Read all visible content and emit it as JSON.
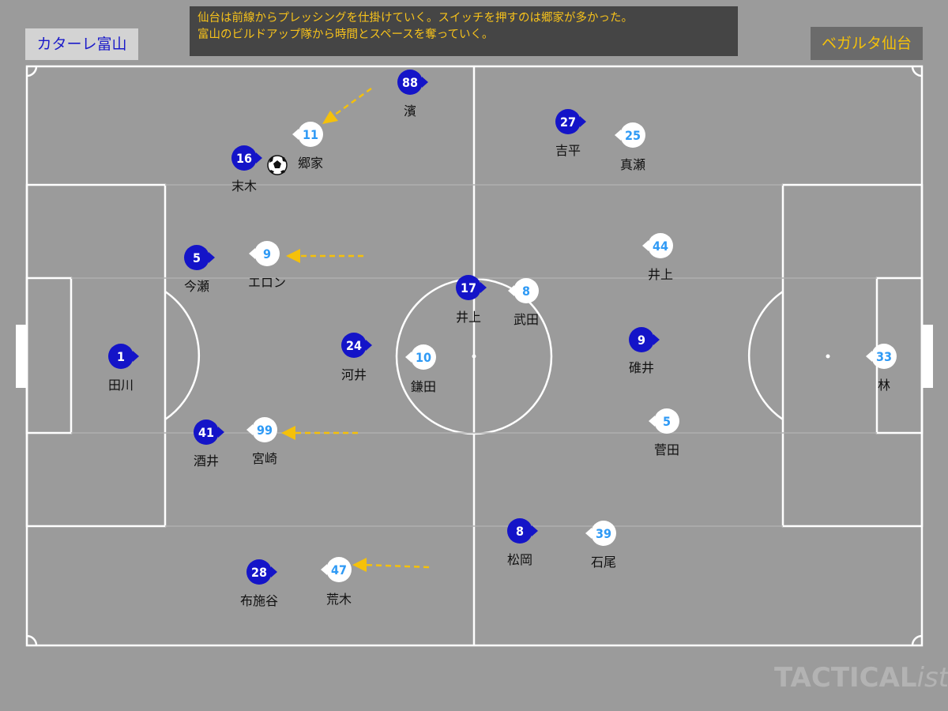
{
  "header": {
    "home_team": "カターレ富山",
    "away_team": "ベガルタ仙台"
  },
  "caption": {
    "line1": "仙台は前線からプレッシングを仕掛けていく。スイッチを押すのは郷家が多かった。",
    "line2": "富山のビルドアップ隊から時間とスペースを奪っていく。"
  },
  "colors": {
    "pitch": "#9b9b9b",
    "lines": "#ffffff",
    "home_fill": "#1414c8",
    "home_text": "#ffffff",
    "away_fill": "#ffffff",
    "away_text": "#2f9af5",
    "arrow": "#f5c10a"
  },
  "home_players": [
    {
      "number": "1",
      "name": "田川"
    },
    {
      "number": "5",
      "name": "今瀬"
    },
    {
      "number": "41",
      "name": "酒井"
    },
    {
      "number": "16",
      "name": "末木"
    },
    {
      "number": "28",
      "name": "布施谷"
    },
    {
      "number": "24",
      "name": "河井"
    },
    {
      "number": "88",
      "name": "濱"
    },
    {
      "number": "27",
      "name": "吉平"
    },
    {
      "number": "17",
      "name": "井上"
    },
    {
      "number": "9",
      "name": "碓井"
    },
    {
      "number": "8",
      "name": "松岡"
    }
  ],
  "away_players": [
    {
      "number": "33",
      "name": "林"
    },
    {
      "number": "44",
      "name": "井上"
    },
    {
      "number": "5",
      "name": "菅田"
    },
    {
      "number": "25",
      "name": "真瀬"
    },
    {
      "number": "39",
      "name": "石尾"
    },
    {
      "number": "8",
      "name": "武田"
    },
    {
      "number": "10",
      "name": "鎌田"
    },
    {
      "number": "11",
      "name": "郷家"
    },
    {
      "number": "9",
      "name": "エロン"
    },
    {
      "number": "99",
      "name": "宮崎"
    },
    {
      "number": "47",
      "name": "荒木"
    }
  ],
  "ball": {
    "holder": "末木"
  },
  "watermark": {
    "main": "TACTICAL",
    "suffix": "ista"
  }
}
